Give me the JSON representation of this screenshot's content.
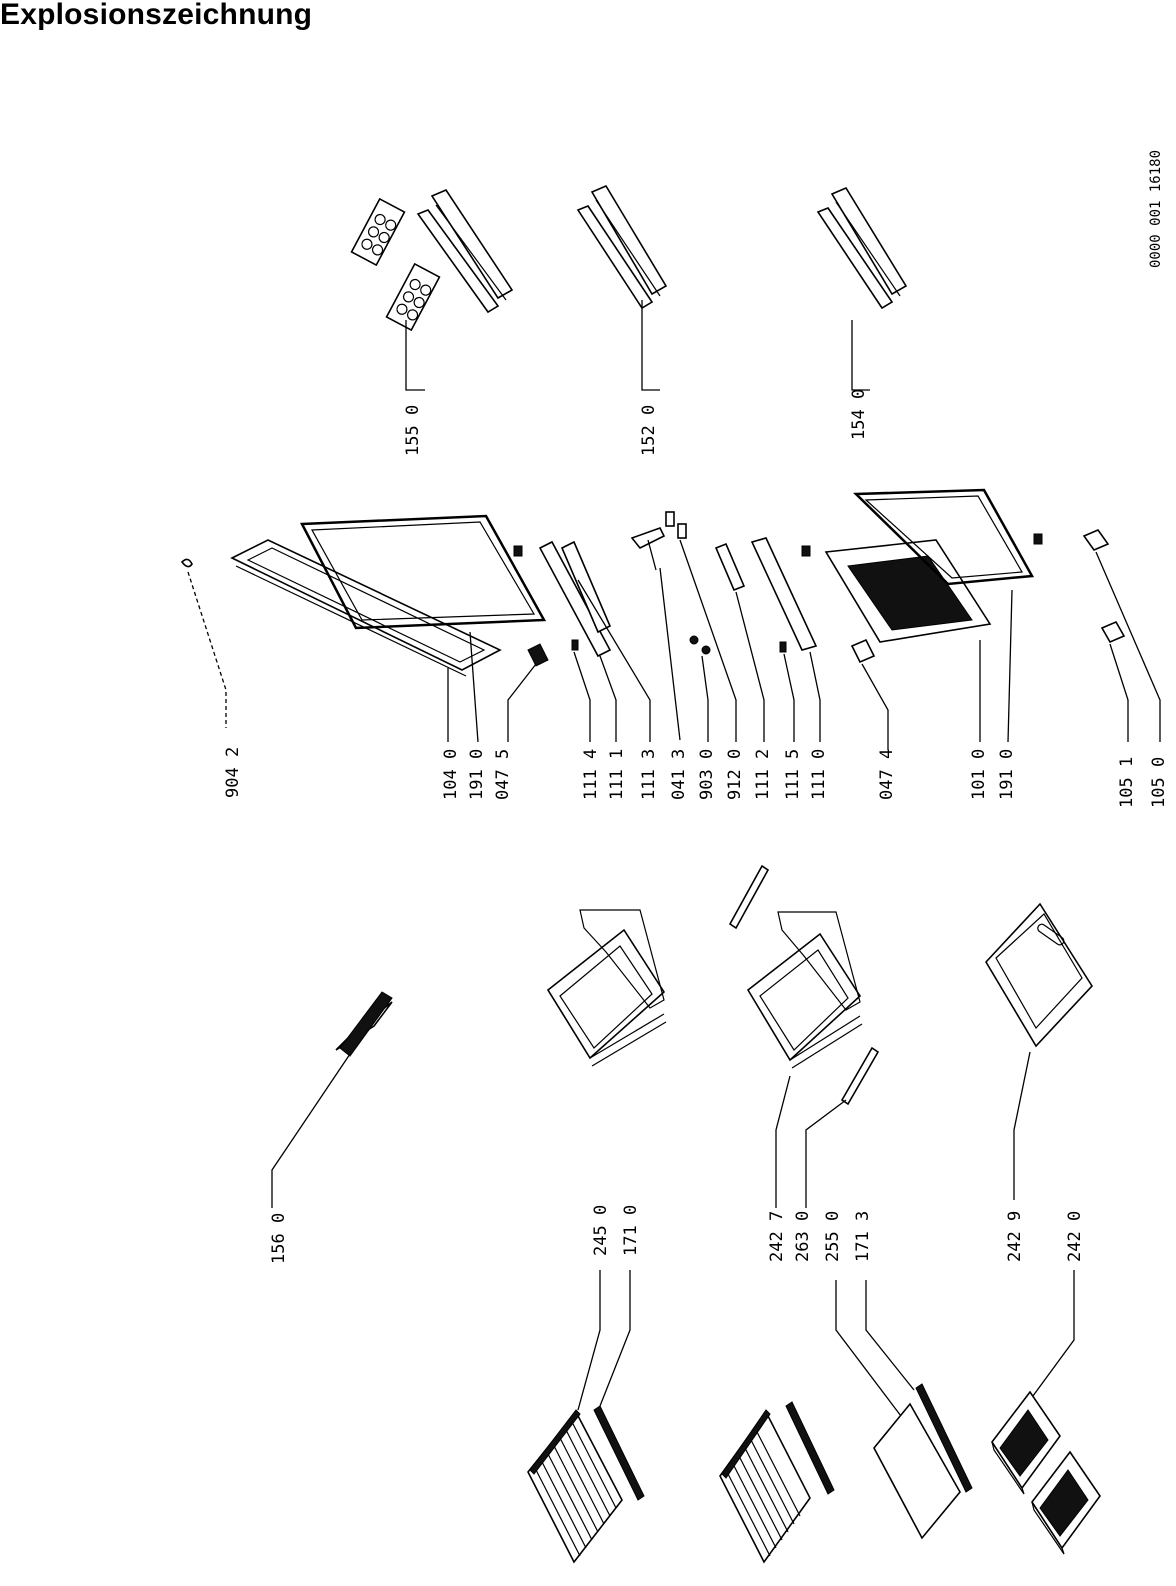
{
  "title": "Explosionszeichnung",
  "doc_number": "0000 001 16180",
  "part_labels": [
    "155 0",
    "152 0",
    "154 0",
    "904 2",
    "104 0",
    "191 0",
    "047 5",
    "111 4",
    "111 1",
    "111 3",
    "041 3",
    "903 0",
    "912 0",
    "111 2",
    "111 5",
    "111 0",
    "047 4",
    "101 0",
    "191 0",
    "105 1",
    "105 0",
    "156 0",
    "245 0",
    "171 0",
    "242 7",
    "263 0",
    "255 0",
    "171 3",
    "242 9",
    "242 0"
  ]
}
